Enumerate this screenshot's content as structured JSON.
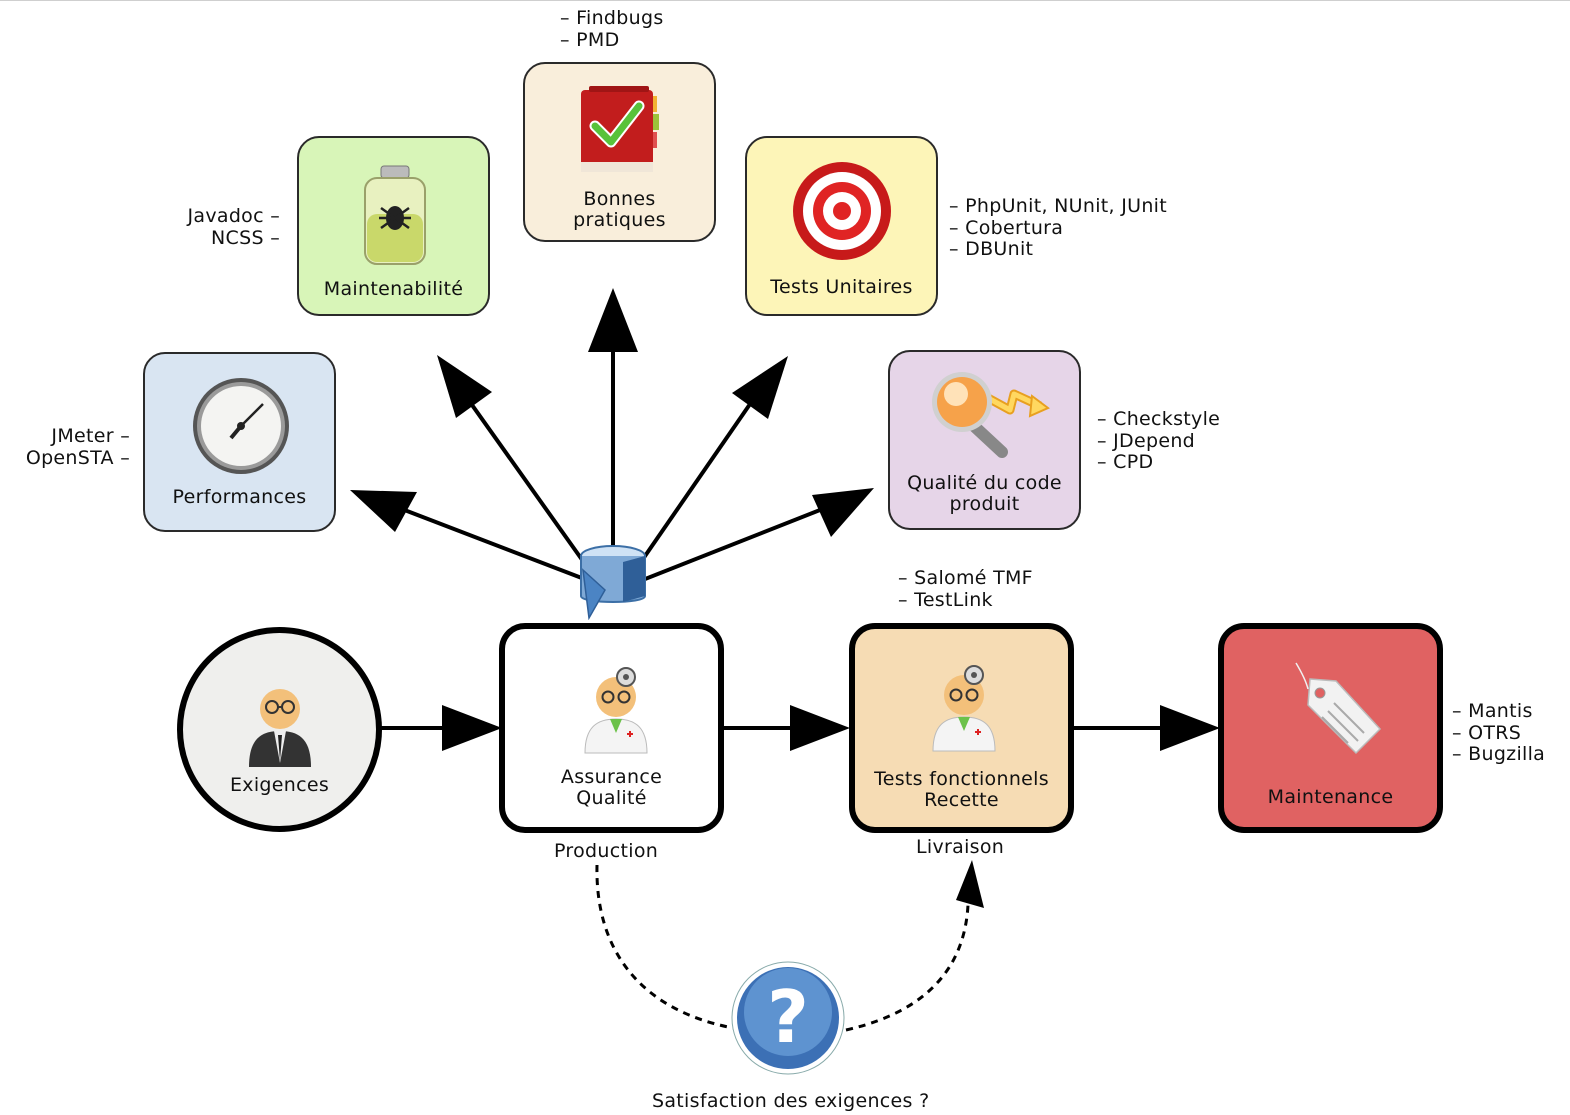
{
  "nodes": {
    "maintenabilite": {
      "label": "Maintenabilité",
      "tools": [
        "Javadoc",
        "NCSS"
      ]
    },
    "bonnes_pratiques": {
      "label": "Bonnes pratiques",
      "tools": [
        "Findbugs",
        "PMD"
      ]
    },
    "tests_unitaires": {
      "label": "Tests Unitaires",
      "tools": [
        "PhpUnit, NUnit, JUnit",
        "Cobertura",
        "DBUnit"
      ]
    },
    "performances": {
      "label": "Performances",
      "tools": [
        "JMeter",
        "OpenSTA"
      ]
    },
    "qualite_code": {
      "label": "Qualité du code produit",
      "tools": [
        "Checkstyle",
        "JDepend",
        "CPD"
      ]
    },
    "exigences": {
      "label": "Exigences"
    },
    "assurance_qualite": {
      "label": "Assurance Qualité",
      "caption": "Production"
    },
    "tests_fonctionnels": {
      "label": "Tests fonctionnels Recette",
      "caption": "Livraison",
      "tools": [
        "Salomé TMF",
        "TestLink"
      ]
    },
    "maintenance": {
      "label": "Maintenance",
      "tools": [
        "Mantis",
        "OTRS",
        "Bugzilla"
      ]
    },
    "satisfaction": {
      "label": "Satisfaction des exigences ?"
    }
  },
  "colors": {
    "performances_bg": "#d9e5f2",
    "maintenabilite_bg": "#d8f5b8",
    "bonnes_pratiques_bg": "#f9eedb",
    "tests_unitaires_bg": "#fdf5b8",
    "qualite_code_bg": "#e6d5e8",
    "exigences_bg": "#efefed",
    "assurance_bg": "#ffffff",
    "tests_fonctionnels_bg": "#f6dcb4",
    "maintenance_bg": "#e06262"
  },
  "icons": {
    "performances": "clock-icon",
    "maintenabilite": "bug-jar-icon",
    "bonnes_pratiques": "checkbook-icon",
    "tests_unitaires": "target-icon",
    "qualite_code": "magnifier-icon",
    "exigences": "person-icon",
    "assurance_qualite": "doctor-icon",
    "tests_fonctionnels": "doctor-icon",
    "maintenance": "tag-icon",
    "satisfaction": "question-icon",
    "hub": "rotate-icon"
  }
}
